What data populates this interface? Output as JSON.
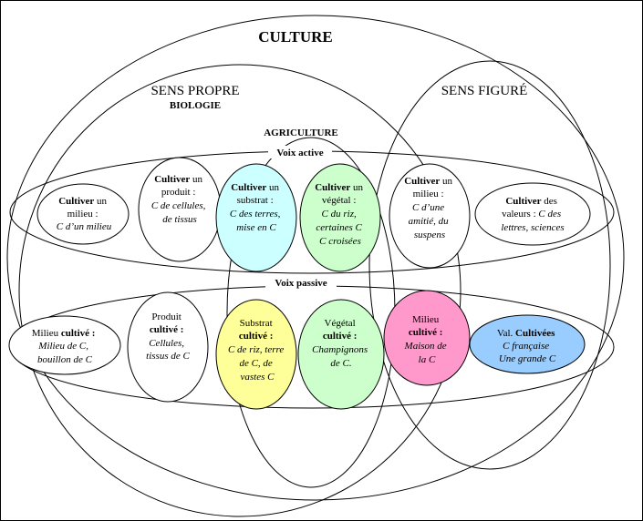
{
  "title": "CULTURE",
  "sens_propre": "SENS PROPRE",
  "biologie": "BIOLOGIE",
  "sens_figure": "SENS FIGURÉ",
  "agriculture": "AGRICULTURE",
  "voix_active": "Voix active",
  "voix_passive": "Voix passive",
  "colors": {
    "cyan": "#ccffff",
    "green": "#ccffcc",
    "yellow": "#ffff99",
    "pink": "#ff99cc",
    "blue": "#99ccff",
    "stroke": "#000000"
  },
  "active": [
    {
      "l1b": "Cultiver",
      "l1r": " un",
      "l2": "milieu :",
      "l3i": "C d’un milieu"
    },
    {
      "l1b": "Cultiver",
      "l1r": " un",
      "l2": "produit :",
      "l3i": "C de cellules,",
      "l4i": "de tissus"
    },
    {
      "l1b": "Cultiver",
      "l1r": " un",
      "l2": "substrat :",
      "l3i": "C des terres,",
      "l4i": "mise en C"
    },
    {
      "l1b": "Cultiver",
      "l1r": " un",
      "l2": "végétal :",
      "l3i": "C du riz,",
      "l4i": "certaines C",
      "l5i": "C croisées"
    },
    {
      "l1b": "Cultiver",
      "l1r": " un",
      "l2": "milieu :",
      "l3i": "C d’une",
      "l4i": "amitié, du",
      "l5i": "suspens"
    },
    {
      "l1b": "Cultiver",
      "l1r": " des",
      "l2r": "valeurs : ",
      "l2i": "C des",
      "l3i": "lettres, sciences"
    }
  ],
  "passive": [
    {
      "l1r": "Milieu ",
      "l1b": "cultivé :",
      "l2i": "Milieu de C,",
      "l3i": "bouillon de C"
    },
    {
      "l1r": "Produit",
      "l2b": "cultivé :",
      "l3i": "Cellules,",
      "l4i": "tissus de C"
    },
    {
      "l1r": "Substrat",
      "l2b": "cultivé :",
      "l3i": "C de riz, terre",
      "l4i": "de C, de",
      "l5i": "vastes C"
    },
    {
      "l1r": "Végétal",
      "l2b": "cultivé :",
      "l3i": "Champignons",
      "l4i": "de C."
    },
    {
      "l1r": "Milieu",
      "l2b": "cultivé :",
      "l3i": "Maison de",
      "l4i": "la C"
    },
    {
      "l1r": "Val. ",
      "l1b": "Cultivées",
      "l2i": "C française",
      "l3i": "Une grande C"
    }
  ]
}
